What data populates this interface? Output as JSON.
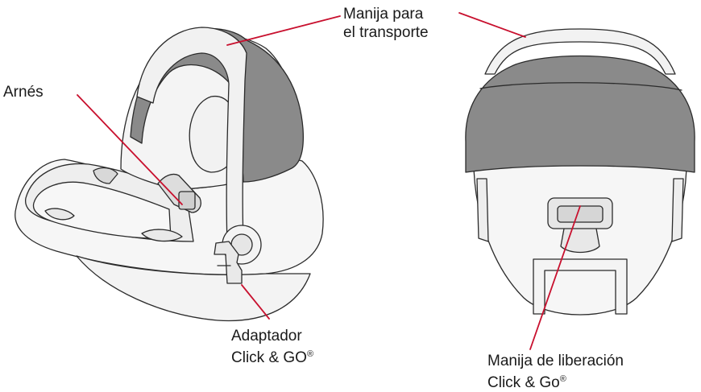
{
  "labels": {
    "handle": {
      "line1": "Manija para",
      "line2": "el transporte"
    },
    "harness": "Arnés",
    "adapter": {
      "line1": "Adaptador",
      "line2": "Click & GO",
      "mark": "®"
    },
    "release": {
      "line1": "Manija de liberación",
      "line2": "Click & Go",
      "mark": "®"
    }
  },
  "colors": {
    "outline": "#2b2b2b",
    "canopy": "#8a8a8a",
    "seat": "#f2f2f2",
    "leader": "#c8102e"
  }
}
